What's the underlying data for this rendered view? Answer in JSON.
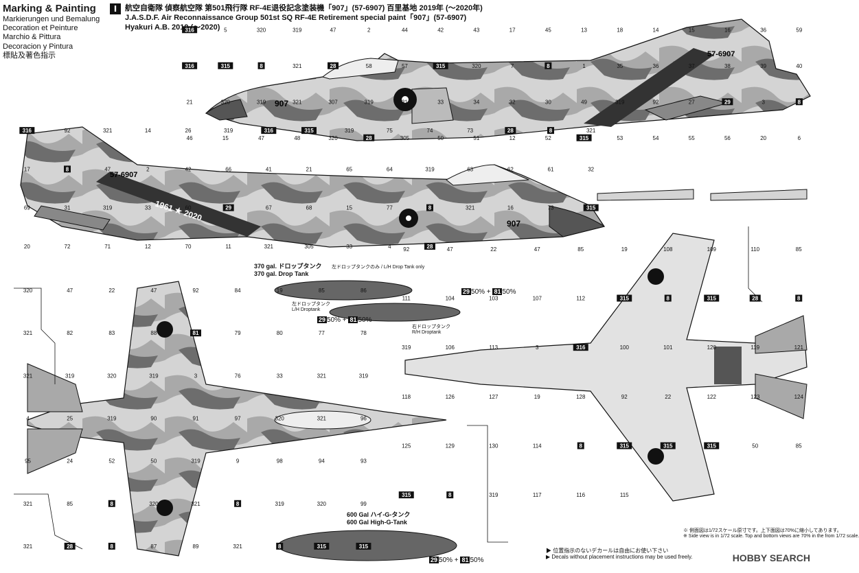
{
  "header": {
    "title_lines": [
      "Marking & Painting",
      "Markierungen und Bemalung",
      "Decoration et Peinture",
      "Marchio & Pittura",
      "Decoracion y Pintura",
      "標貼及著色指示"
    ],
    "badge": "I",
    "line1": "航空自衛隊 偵察航空隊 第501飛行隊 RF-4E退役記念塗装機「907」(57-6907) 百里基地 2019年 (〜2020年)",
    "line2": "J.A.S.D.F. Air Reconnaissance Group 501st SQ RF-4E Retirement special paint「907」(57-6907)",
    "line3": "Hyakuri A.B. 2019 (〜2020)"
  },
  "markings": {
    "serial": "57-6907",
    "nose_number": "907",
    "tail_years": "1961 ★ 2020"
  },
  "callouts_side_top": [
    "316",
    "5",
    "320",
    "319",
    "47",
    "2",
    "44",
    "42",
    "43",
    "17",
    "45",
    "13",
    "18",
    "14",
    "15",
    "16",
    "36",
    "59",
    "316",
    "315",
    "8",
    "321",
    "28",
    "58",
    "57",
    "315",
    "320",
    "7",
    "8",
    "1",
    "35",
    "36",
    "37",
    "38",
    "39",
    "40",
    "21",
    "320",
    "319",
    "321",
    "307",
    "319",
    "31",
    "33",
    "34",
    "32",
    "30",
    "49",
    "319",
    "92",
    "27",
    "29",
    "3",
    "8",
    "46",
    "15",
    "47",
    "48",
    "320",
    "28",
    "305",
    "50",
    "51",
    "12",
    "52",
    "315",
    "53",
    "54",
    "55",
    "56",
    "20",
    "6"
  ],
  "callouts_side_bottom": [
    "316",
    "92",
    "321",
    "14",
    "26",
    "319",
    "316",
    "315",
    "319",
    "75",
    "74",
    "73",
    "28",
    "8",
    "321",
    "17",
    "8",
    "47",
    "2",
    "42",
    "66",
    "41",
    "21",
    "65",
    "64",
    "319",
    "63",
    "62",
    "61",
    "32",
    "69",
    "31",
    "319",
    "33",
    "60",
    "29",
    "67",
    "68",
    "15",
    "77",
    "8",
    "321",
    "16",
    "73",
    "315",
    "20",
    "72",
    "71",
    "12",
    "70",
    "11",
    "321",
    "305",
    "33",
    "4",
    "28"
  ],
  "callouts_plan_left": [
    "320",
    "47",
    "22",
    "47",
    "92",
    "84",
    "19",
    "85",
    "86",
    "321",
    "82",
    "83",
    "88",
    "81",
    "79",
    "80",
    "77",
    "78",
    "321",
    "319",
    "320",
    "319",
    "3",
    "76",
    "33",
    "321",
    "319",
    "4",
    "25",
    "319",
    "90",
    "91",
    "97",
    "320",
    "321",
    "96",
    "95",
    "24",
    "52",
    "50",
    "319",
    "9",
    "98",
    "94",
    "93",
    "321",
    "85",
    "8",
    "320",
    "321",
    "8",
    "319",
    "320",
    "99",
    "321",
    "28",
    "8",
    "87",
    "89",
    "321",
    "8",
    "315",
    "315"
  ],
  "callouts_plan_right": [
    "92",
    "47",
    "22",
    "47",
    "85",
    "19",
    "108",
    "109",
    "110",
    "85",
    "111",
    "104",
    "103",
    "107",
    "112",
    "315",
    "8",
    "315",
    "28",
    "8",
    "319",
    "106",
    "113",
    "3",
    "316",
    "100",
    "101",
    "120",
    "119",
    "121",
    "118",
    "126",
    "127",
    "19",
    "128",
    "92",
    "22",
    "122",
    "123",
    "124",
    "125",
    "129",
    "130",
    "114",
    "8",
    "315",
    "315",
    "315",
    "50",
    "85",
    "315",
    "8",
    "319",
    "117",
    "116",
    "115"
  ],
  "tanks": {
    "t370_jp": "370 gal. ドロップタンク",
    "t370_en": "370 gal. Drop Tank",
    "t370_note": "左ドロップタンクのみ / L/H Drop Tank only",
    "lh_jp": "左ドロップタンク",
    "lh_en": "L/H Droptank",
    "rh_jp": "右ドロップタンク",
    "rh_en": "R/H Droptank",
    "t600_jp": "600 Gal ハイ-G-タンク",
    "t600_en": "600 Gal High-G-Tank",
    "mix_a": "29",
    "mix_b": "81",
    "mix_text": "50% + ",
    "mix_end": "50%"
  },
  "notes": {
    "left_jp": "▶ 位置指示のないデカールは自由にお使い下さい",
    "left_en": "▶ Decals without placement instructions may be used freely.",
    "right_jp": "※ 側面図は1/72スケール原寸です。上下面図は70%に縮小してあります。",
    "right_en": "※ Side view is in 1/72 scale. Top and bottom views are 70% in the from 1/72 scale."
  },
  "watermark": "HOBBY SEARCH",
  "colors": {
    "camo_light": "#d4d4d4",
    "camo_mid": "#a9a9a9",
    "camo_dark": "#6d6d6d",
    "line": "#111111",
    "callout_box": "#111111"
  }
}
